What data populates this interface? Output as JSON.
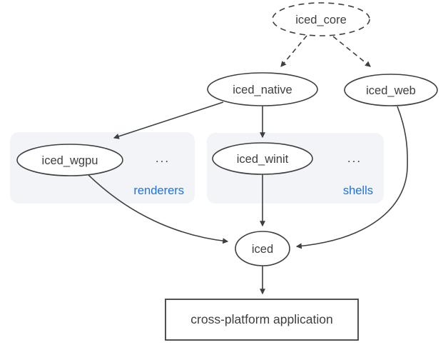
{
  "diagram": {
    "description": "iced crate ecosystem dependency diagram",
    "nodes": {
      "iced_core": {
        "label": "iced_core",
        "shape": "ellipse",
        "border": "dashed"
      },
      "iced_native": {
        "label": "iced_native",
        "shape": "ellipse",
        "border": "solid"
      },
      "iced_web": {
        "label": "iced_web",
        "shape": "ellipse",
        "border": "solid"
      },
      "iced_wgpu": {
        "label": "iced_wgpu",
        "shape": "ellipse",
        "border": "solid",
        "group": "renderers"
      },
      "iced_winit": {
        "label": "iced_winit",
        "shape": "ellipse",
        "border": "solid",
        "group": "shells"
      },
      "iced": {
        "label": "iced",
        "shape": "ellipse",
        "border": "solid"
      },
      "app": {
        "label": "cross-platform application",
        "shape": "rect",
        "border": "solid"
      }
    },
    "groups": {
      "renderers": {
        "label": "renderers",
        "ellipsis": "..."
      },
      "shells": {
        "label": "shells",
        "ellipsis": "..."
      }
    },
    "edges": [
      {
        "from": "iced_core",
        "to": "iced_native",
        "style": "dashed"
      },
      {
        "from": "iced_core",
        "to": "iced_web",
        "style": "dashed"
      },
      {
        "from": "iced_native",
        "to": "iced_wgpu",
        "style": "solid"
      },
      {
        "from": "iced_native",
        "to": "iced_winit",
        "style": "solid"
      },
      {
        "from": "iced_winit",
        "to": "iced",
        "style": "solid"
      },
      {
        "from": "iced_wgpu",
        "to": "iced",
        "style": "solid"
      },
      {
        "from": "iced_web",
        "to": "iced",
        "style": "solid"
      },
      {
        "from": "iced",
        "to": "app",
        "style": "solid"
      }
    ],
    "colors": {
      "line": "#3c4043",
      "text": "#3c4043",
      "group_label": "#1a73e8",
      "group_fill": "#f2f4f7",
      "node_fill": "#ffffff",
      "background": "#ffffff"
    }
  }
}
